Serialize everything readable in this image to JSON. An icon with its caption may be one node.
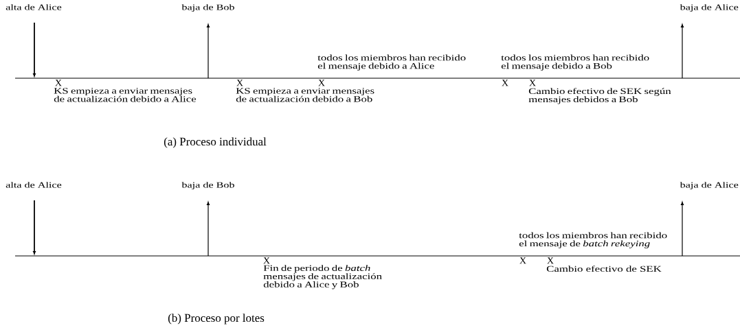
{
  "diagram": {
    "labels": [
      "alta de Alice",
      "baja de Bob",
      "baja de Alice",
      "todos los miembros han recibido el mensaje debido a Alice",
      "todos los miembros han recibido el mensaje debido a Bob",
      "X",
      "X",
      "X",
      "X",
      "X",
      "KS empieza a enviar mensajes de actualización debido a Alice",
      "KS empieza a enviar mensajes de actualización debido a Bob",
      "Cambio efectivo de SEK según mensajes debidos a Bob",
      "(a) Proceso individual",
      "alta de Alice",
      "baja de Bob",
      "baja de Alice",
      "todos los miembros han recibido el mensaje de *batch rekeying*",
      "X",
      "X",
      "X",
      "Fin de periodo de *batch* mensajes de actualización debido a Alice y Bob",
      "Cambio efectivo de SEK",
      "(b) Proceso por lotes"
    ]
  }
}
